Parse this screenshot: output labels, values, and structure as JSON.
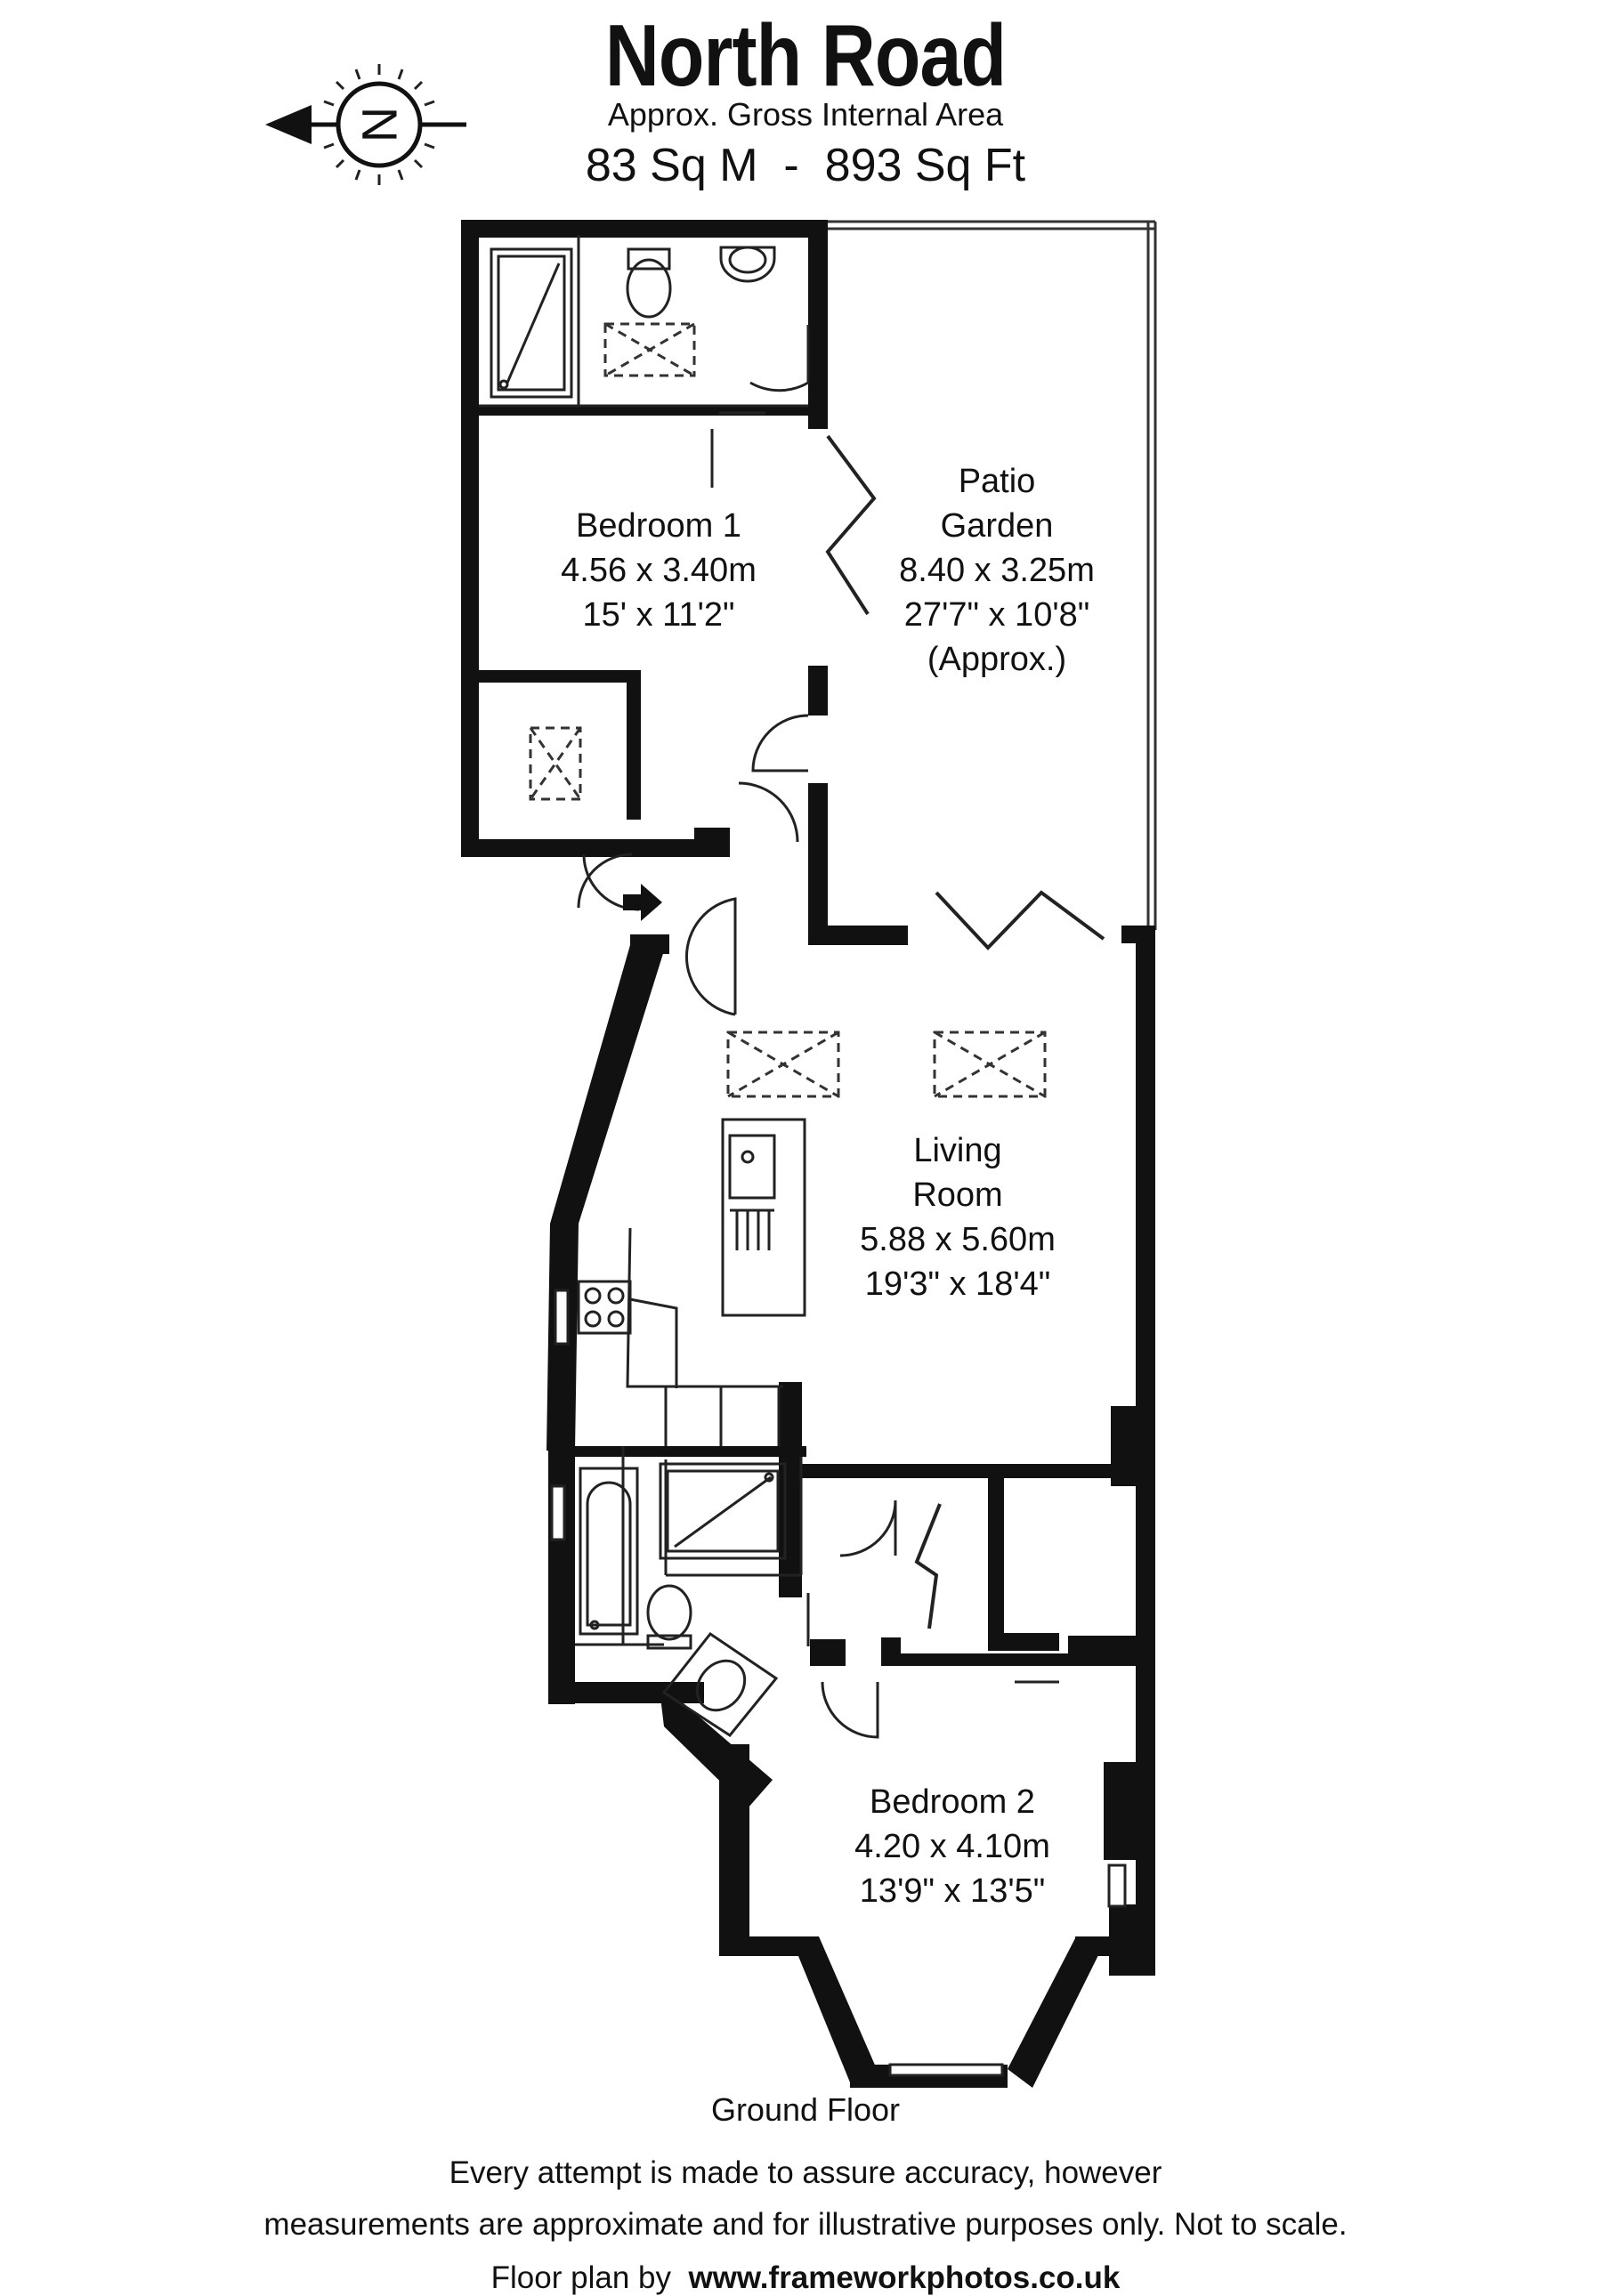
{
  "header": {
    "title": "North Road",
    "subtitle": "Approx. Gross Internal Area",
    "area_metric": "83 Sq M",
    "area_separator": "-",
    "area_imperial": "893 Sq Ft"
  },
  "compass": {
    "letter": "N",
    "direction": "left"
  },
  "rooms": {
    "bedroom1": {
      "name": "Bedroom 1",
      "metric": "4.56 x 3.40m",
      "imperial": "15' x 11'2\""
    },
    "patio": {
      "name_line1": "Patio",
      "name_line2": "Garden",
      "metric": "8.40 x 3.25m",
      "imperial": "27'7\" x 10'8\"",
      "note": "(Approx.)"
    },
    "living": {
      "name_line1": "Living",
      "name_line2": "Room",
      "metric": "5.88 x 5.60m",
      "imperial": "19'3\" x 18'4\""
    },
    "bedroom2": {
      "name": "Bedroom 2",
      "metric": "4.20 x 4.10m",
      "imperial": "13'9\" x 13'5\""
    }
  },
  "footer": {
    "floor_name": "Ground Floor",
    "disclaimer_line1": "Every attempt is made to assure accuracy, however",
    "disclaimer_line2": "measurements are approximate and for illustrative purposes only. Not to scale.",
    "credit_prefix": "Floor plan by",
    "credit_url": "www.frameworkphotos.co.uk"
  },
  "colors": {
    "wall": "#111111",
    "background": "#ffffff",
    "line": "#222222"
  }
}
